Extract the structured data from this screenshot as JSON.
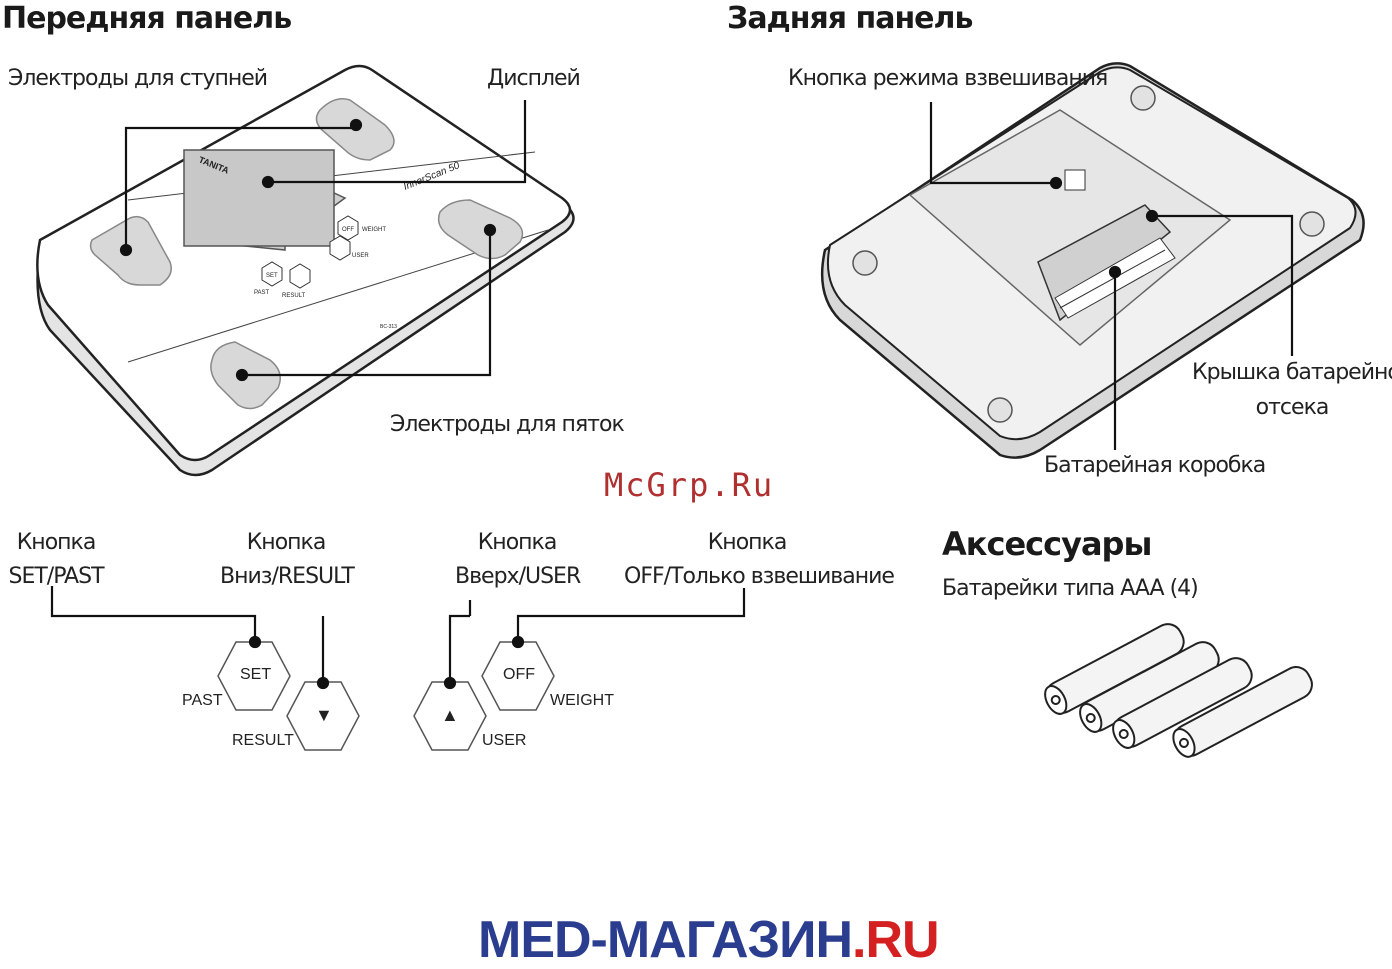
{
  "front": {
    "title": "Передняя панель",
    "foot_electrodes": "Электроды для ступней",
    "display": "Дисплей",
    "heel_electrodes": "Электроды для пяток",
    "brand": "TANITA",
    "model_name": "InnerScan 50",
    "model_code": "BC-313",
    "btn_set": "SET",
    "btn_past": "PAST",
    "btn_result": "RESULT",
    "btn_off": "OFF",
    "btn_weight": "WEIGHT",
    "btn_user": "USER"
  },
  "back": {
    "title": "Задняя панель",
    "weigh_mode_button": "Кнопка режима взвешивания",
    "battery_cover_1": "Крышка батарейного",
    "battery_cover_2": "отсека",
    "battery_box": "Батарейная коробка"
  },
  "buttons": {
    "set_past": {
      "line1": "Кнопка",
      "line2": "SET/PAST"
    },
    "down_result": {
      "line1": "Кнопка",
      "line2": "Вниз/RESULT"
    },
    "up_user": {
      "line1": "Кнопка",
      "line2": "Вверх/USER"
    },
    "off_weight": {
      "line1": "Кнопка",
      "line2": "OFF/Только взвешивание"
    },
    "set": "SET",
    "past": "PAST",
    "down_glyph": "▼",
    "result": "RESULT",
    "up_glyph": "▲",
    "user": "USER",
    "off": "OFF",
    "weight": "WEIGHT"
  },
  "accessories": {
    "title": "Аксессуары",
    "batteries": "Батарейки типа AAA (4)"
  },
  "watermark": "McGrp.Ru",
  "footer_brand": {
    "main": "MED-МАГАЗИН",
    "suffix": ".RU"
  },
  "colors": {
    "brand_blue": "#2b3d8f",
    "brand_red": "#d42020",
    "watermark": "#b03030"
  }
}
